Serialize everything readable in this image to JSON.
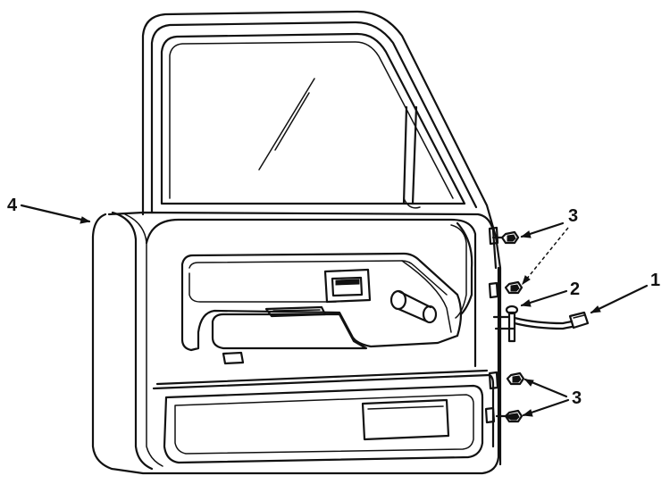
{
  "callouts": {
    "label_1": "1",
    "label_2": "2",
    "label_3_upper": "3",
    "label_3_lower": "3",
    "label_4": "4"
  },
  "colors": {
    "ink": "#111111",
    "paper": "#ffffff"
  }
}
